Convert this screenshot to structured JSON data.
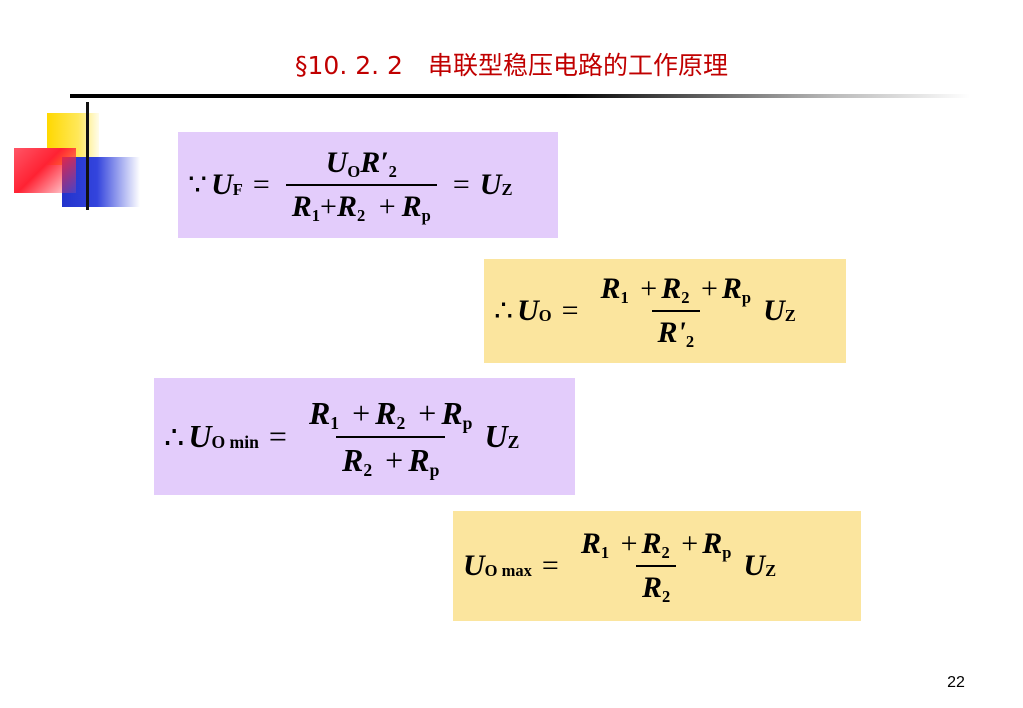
{
  "slide": {
    "title": "§10. 2. 2　串联型稳压电路的工作原理",
    "page_number": "22"
  },
  "eq1": {
    "prefix": "∵",
    "lhs_var": "U",
    "lhs_sub": "F",
    "eq_sign": "=",
    "num_var1": "U",
    "num_sub1": "O",
    "num_var2": "R′",
    "num_sub2": "2",
    "den_var1": "R",
    "den_sub1": "1",
    "den_op1": "+",
    "den_var2": "R",
    "den_sub2": "2",
    "den_op2": "+",
    "den_var3": "R",
    "den_sub3": "p",
    "eq_sign2": "=",
    "rhs_var": "U",
    "rhs_sub": "Z"
  },
  "eq2": {
    "prefix": "∴",
    "lhs_var": "U",
    "lhs_sub": "O",
    "eq_sign": "=",
    "num_var1": "R",
    "num_sub1": "1",
    "num_op1": "+",
    "num_var2": "R",
    "num_sub2": "2",
    "num_op2": "+",
    "num_var3": "R",
    "num_sub3": "p",
    "den_var": "R'",
    "den_sub": "2",
    "rhs_var": "U",
    "rhs_sub": "Z"
  },
  "eq3": {
    "prefix": "∴",
    "lhs_var": "U",
    "lhs_sub": "O min",
    "eq_sign": "=",
    "num_var1": "R",
    "num_sub1": "1",
    "num_op1": "+",
    "num_var2": "R",
    "num_sub2": "2",
    "num_op2": "+",
    "num_var3": "R",
    "num_sub3": "p",
    "den_var1": "R",
    "den_sub1": "2",
    "den_op1": "+",
    "den_var2": "R",
    "den_sub2": "p",
    "rhs_var": "U",
    "rhs_sub": "Z"
  },
  "eq4": {
    "lhs_var": "U",
    "lhs_sub": "O max",
    "eq_sign": "=",
    "num_var1": "R",
    "num_sub1": "1",
    "num_op1": "+",
    "num_var2": "R",
    "num_sub2": "2",
    "num_op2": "+",
    "num_var3": "R",
    "num_sub3": "p",
    "den_var": "R",
    "den_sub": "2",
    "rhs_var": "U",
    "rhs_sub": "Z"
  },
  "colors": {
    "title": "#c00000",
    "formula_box_purple": "#e3ccfb",
    "formula_box_yellow": "#fbe59e"
  }
}
